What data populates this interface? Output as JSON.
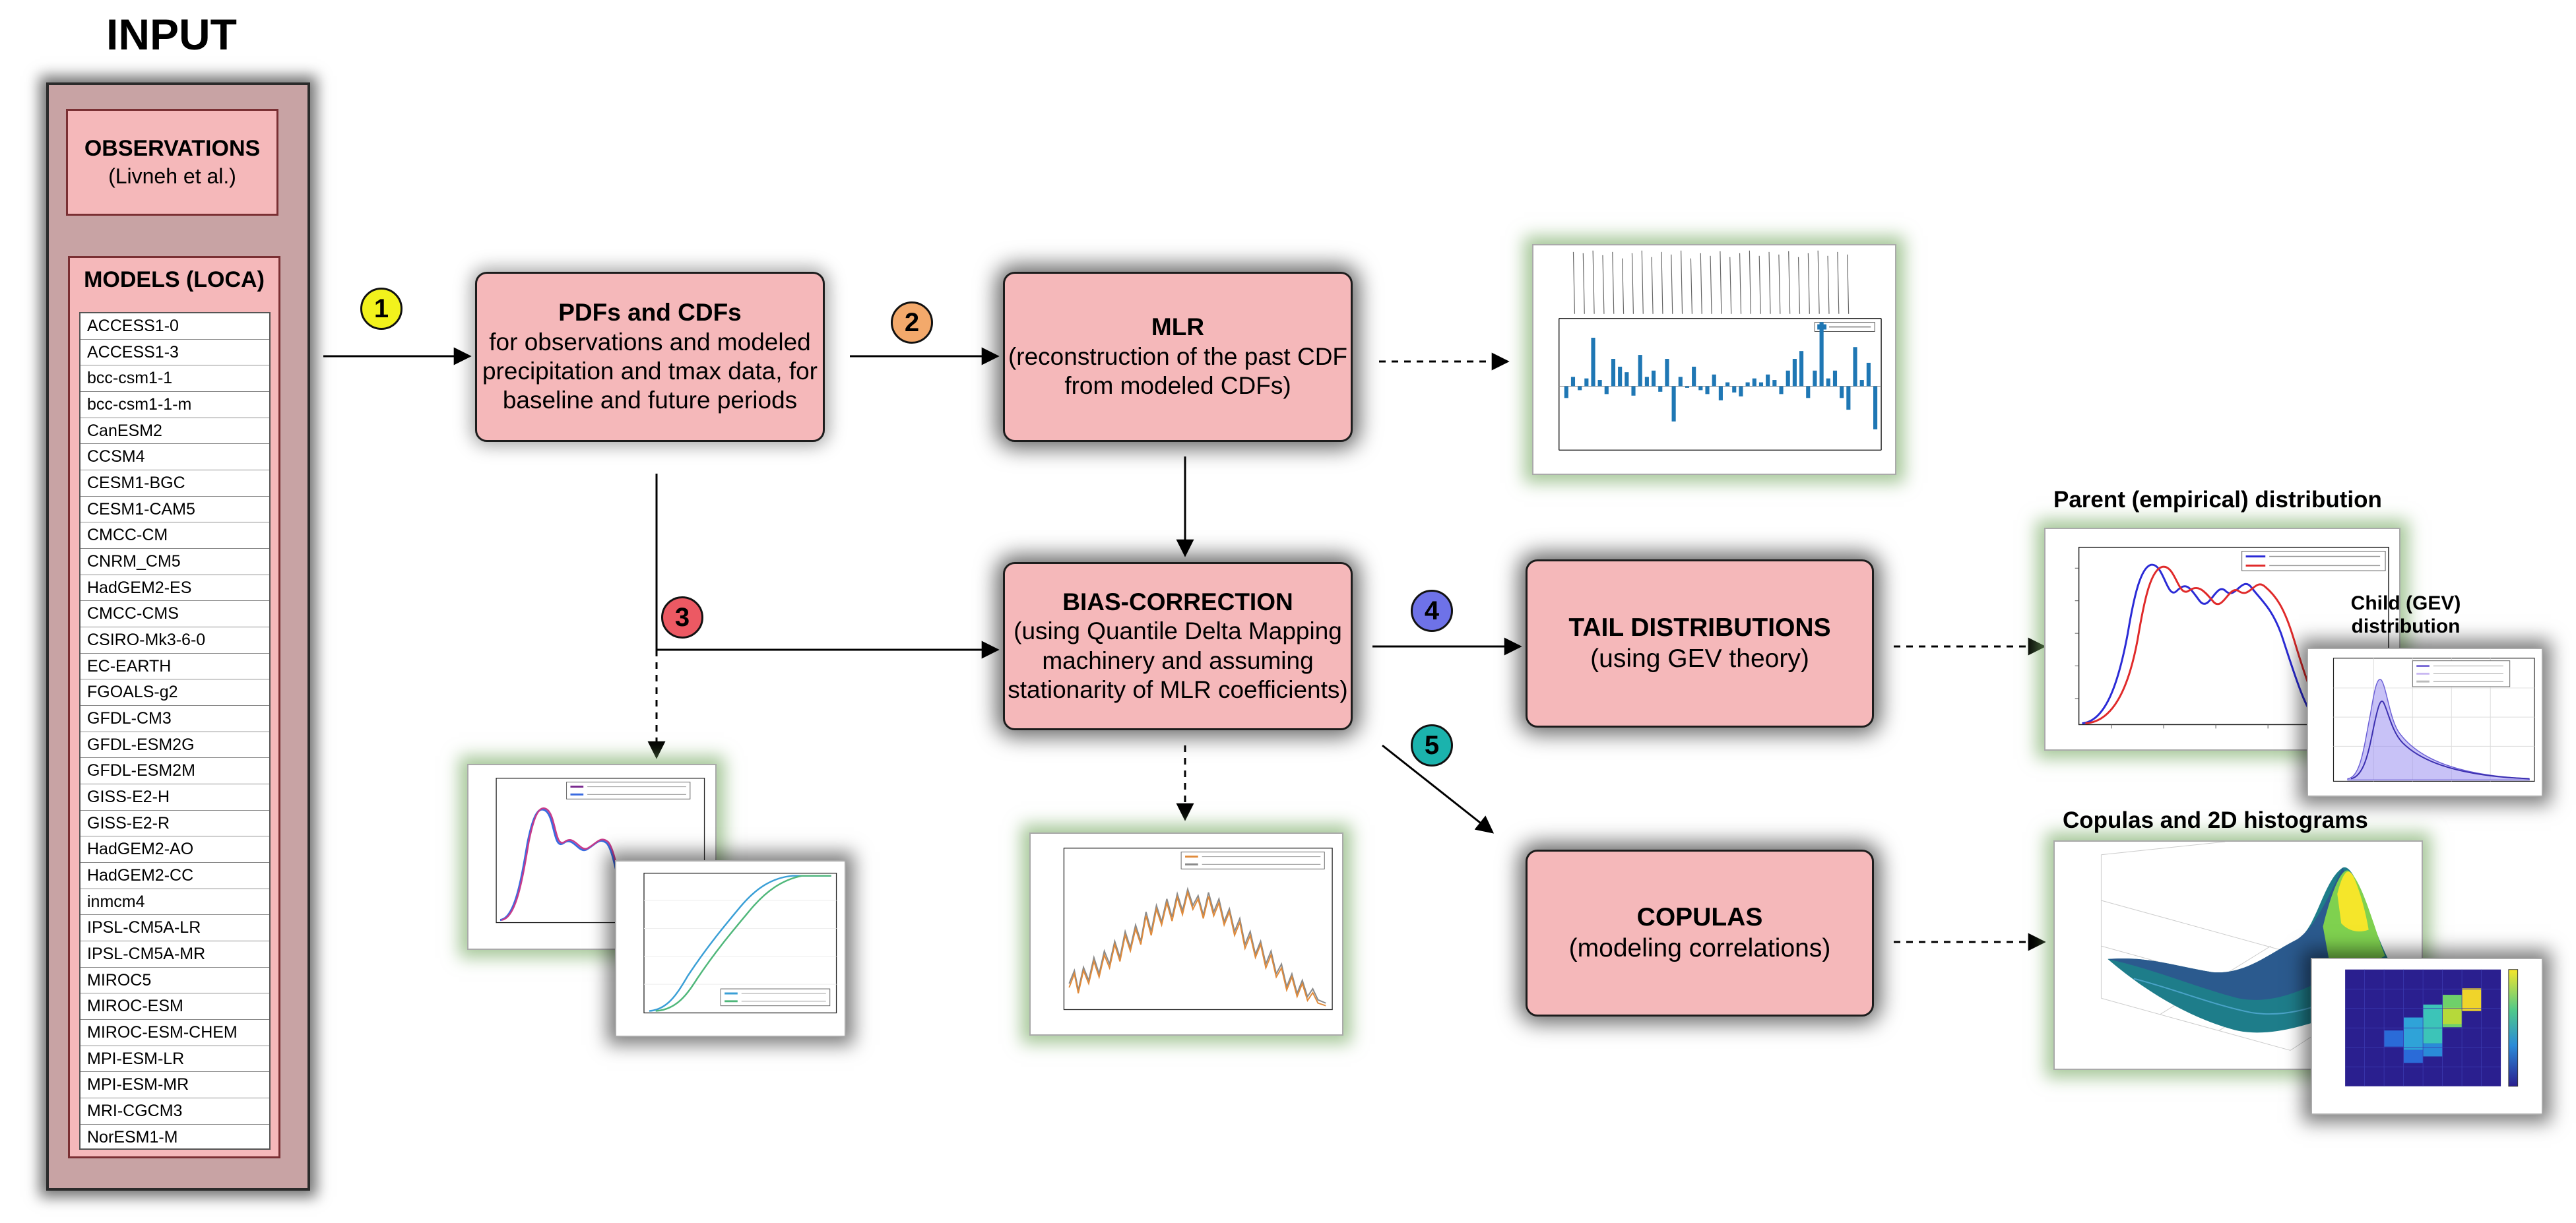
{
  "input": {
    "title": "INPUT",
    "observations": {
      "title": "OBSERVATIONS",
      "subtitle": "(Livneh et al.)"
    },
    "models": {
      "title": "MODELS (LOCA)",
      "items": [
        "ACCESS1-0",
        "ACCESS1-3",
        "bcc-csm1-1",
        "bcc-csm1-1-m",
        "CanESM2",
        "CCSM4",
        "CESM1-BGC",
        "CESM1-CAM5",
        "CMCC-CM",
        "CNRM_CM5",
        "HadGEM2-ES",
        "CMCC-CMS",
        "CSIRO-Mk3-6-0",
        "EC-EARTH",
        "FGOALS-g2",
        "GFDL-CM3",
        "GFDL-ESM2G",
        "GFDL-ESM2M",
        "GISS-E2-H",
        "GISS-E2-R",
        "HadGEM2-AO",
        "HadGEM2-CC",
        "inmcm4",
        "IPSL-CM5A-LR",
        "IPSL-CM5A-MR",
        "MIROC5",
        "MIROC-ESM",
        "MIROC-ESM-CHEM",
        "MPI-ESM-LR",
        "MPI-ESM-MR",
        "MRI-CGCM3",
        "NorESM1-M"
      ]
    }
  },
  "steps": {
    "pdf": {
      "title": "PDFs and CDFs",
      "body": "for observations and modeled precipitation and tmax data, for baseline and future periods"
    },
    "mlr": {
      "title": "MLR",
      "body": "(reconstruction of the past CDF from modeled CDFs)"
    },
    "bias": {
      "title": "BIAS-CORRECTION",
      "body": "(using Quantile Delta Mapping machinery and assuming stationarity of MLR coefficients)"
    },
    "tail": {
      "title": "TAIL DISTRIBUTIONS",
      "body": "(using GEV theory)"
    },
    "copulas": {
      "title": "COPULAS",
      "body": "(modeling correlations)"
    }
  },
  "numbers": [
    "1",
    "2",
    "3",
    "4",
    "5"
  ],
  "captions": {
    "parent": "Parent (empirical) distribution",
    "child": "Child (GEV) distribution",
    "copulas": "Copulas and 2D histograms"
  },
  "colors": {
    "step_fill": "#f5b8ba",
    "input_panel": "#c8a3a4",
    "num1": "#f2f21c",
    "num2": "#f3a96b",
    "num3": "#ec5963",
    "num4": "#6e72e8",
    "num5": "#1bb3ad",
    "series_blue": "#2a2ad6",
    "series_red": "#e02a2a",
    "bar_blue": "#1f77b4"
  },
  "mlr_bars": [
    -0.15,
    0.12,
    -0.05,
    0.1,
    0.62,
    0.08,
    -0.1,
    0.35,
    0.25,
    0.18,
    -0.12,
    0.4,
    0.12,
    0.2,
    -0.07,
    0.35,
    -0.45,
    0.12,
    -0.02,
    0.25,
    -0.05,
    -0.1,
    0.15,
    -0.18,
    0.05,
    -0.08,
    -0.13,
    0.05,
    0.1,
    0.05,
    0.15,
    0.08,
    -0.1,
    0.2,
    0.35,
    0.45,
    -0.15,
    0.2,
    0.82,
    0.1,
    0.2,
    -0.15,
    -0.3,
    0.5,
    0.08,
    0.3,
    -0.55
  ]
}
